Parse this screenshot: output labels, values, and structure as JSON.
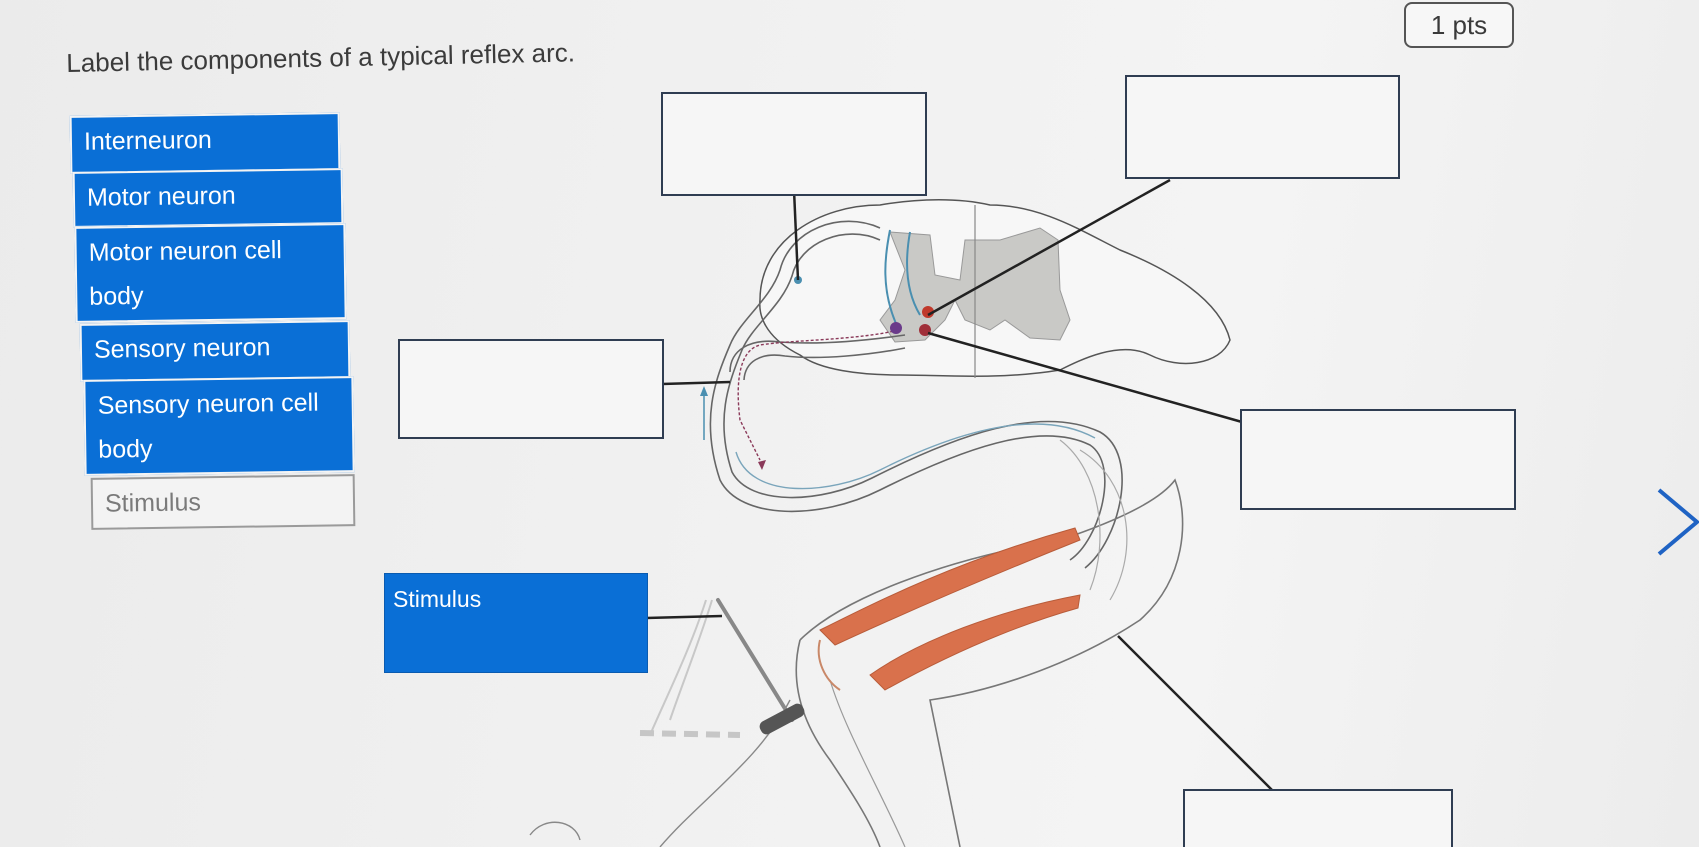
{
  "question": {
    "text": "Label the components of a typical reflex arc."
  },
  "points": {
    "label": "1 pts"
  },
  "label_bank": [
    {
      "label": "Interneuron"
    },
    {
      "label": "Motor neuron"
    },
    {
      "label": "Motor neuron cell body"
    },
    {
      "label": "Sensory neuron"
    },
    {
      "label": "Sensory neuron cell body"
    },
    {
      "label": "Stimulus",
      "state": "used"
    }
  ],
  "drop_targets": {
    "top_left": "",
    "top_right": "",
    "middle_left": "",
    "middle_right": "",
    "bottom_right": "",
    "stimulus_target": "Stimulus"
  },
  "colors": {
    "accent": "#0a6fd6",
    "muscle": "#d9714c",
    "nerve_blue": "#4a8fb0",
    "cell_red": "#c0392b",
    "cell_purple": "#6a3a8a"
  },
  "icons": {
    "next": "chevron-right-icon"
  }
}
